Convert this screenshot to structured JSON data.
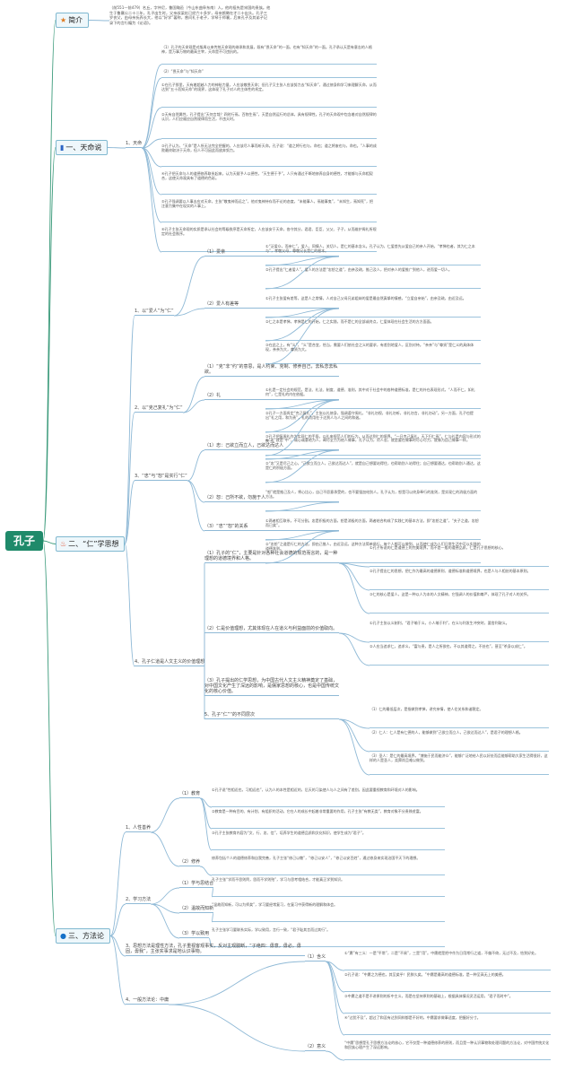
{
  "root": {
    "label": "孔子"
  },
  "branches": {
    "intro": {
      "label": "简介",
      "icon": "star-icon",
      "text": "（前551—前479）名丘，字仲尼，鲁国陬邑（今山东曲阜东南）人。他的祖先是宋国的贵族。他生于鲁襄公二十二年，孔子出生时，父亲叔梁纥已经六十多岁，母亲颜徵在才二十出头。孔子三岁丧父，由母亲抚养长大，他以“好学”著称，曾问礼于老子，学琴于师襄，后来孔子及其弟子记录下的言行编为《论语》。"
    },
    "tianming": {
      "label": "一、天命说",
      "icon": "flag-icon",
      "sub": "1、天命",
      "paras": [
        "（1）孔子的天命观是对殷周以来传统天命观的继承和发展，既有“畏天命”的一面，也有“知天命”的一面。孔子承认天是有意志的人格神，是万事万物的最高主宰，天命是不可违抗的。",
        "（2）“畏天命”与“知天命”",
        "①在孔子那里，天有着超越人力的神秘力量，人应该敬畏天命；但孔子又主张人应该努力去“知天命”，通过修身和学习来理解天命，从而达到“五十而知天命”的境界，这体现了孔子对人的主体性的肯定。",
        "②天有自然属性，孔子提出“天何言哉？四时行焉，百物生焉”，天是自然运行的总体，具有规律性。孔子的天命观中包含着对自然规律的认识，人们应顺应自然规律而生活，不违天时。",
        "③孔子认为，“天命”是人所无法完全把握的，人应该尽人事而听天命。孔子说：“道之将行也与，命也；道之将废也与，命也。”人事的成败最终取决于天命，但人不可因此而放弃努力。",
        "④孔子把天命与人的道德修养联系起来，认为天赋予人以德性，“天生德于予”。人只有通过不断地修养自身的德性，才能够与天命相契合，这使天命观具有了道德的色彩。",
        "⑤孔子强调要以人事去应对天命，主张“敬鬼神而远之”，他对鬼神持存而不论的态度，“未能事人，焉能事鬼”，“未知生，焉知死”，把注意力集中在现实的人事上。",
        "⑥孔子主张天命观的实质是承认社会的等级秩序是天命所定，人应该安于天命，各守其分，君君、臣臣、父父、子子，从而维护周礼所规定的社会秩序。"
      ]
    },
    "ren": {
      "label": "二、“仁”学思想",
      "icon": "fire-icon",
      "items": [
        {
          "sub": "1、以“爱人”为“仁”",
          "children": [
            {
              "sub": "（1）爱亲",
              "paras": [
                "①“泛爱众，而亲仁”。爱人，同情人，关切人，是仁的基本含义。孔子认为，仁爱首先从爱自己的亲人开始，“孝悌也者，其为仁之本与”，孝敬父母，尊敬兄长是仁的根本。",
                "②孔子提出“仁者爱人”，爱人的方法是“忠恕之道”，由亲及疏，推己及人，把对亲人的爱推广到他人，进而爱一切人。"
              ]
            },
            {
              "sub": "（2）爱人有差等",
              "paras": [
                "①孔子主张爱有差等，这是人之常情，人对自己父母兄弟姐妹的爱是最自然真挚的情感，“立爱自亲始”，由亲及疏，由近及远。",
                "②仁之本是孝悌，孝悌是仁的开始，仁之实践，而不是仁的全部或终点，仁爱体现在社会生活的方方面面。",
                "③在此之上，有“义”，“义”是合宜，恰当，需要人们依社会之义的要求，有差别地爱人，区别对待。“亲亲”与“尊贤”是仁义的具体体现，亲亲为大，尊贤为大。"
              ]
            }
          ]
        },
        {
          "sub": "2、以“克己复礼”为“仁”",
          "children": [
            {
              "sub": "（1）“克”非“约”的意思，是人约束、克制、修养自己，去私念去私欲。",
              "paras": []
            },
            {
              "sub": "（2）礼",
              "paras": [
                "①礼是一定社会的规范，是法、礼法、制度、道德、准则，其中对于社会中的各种道德标准，是仁的外在表现形式，“人而不仁，如礼何”，仁是礼的内在依据。",
                "②孔子一方面肯定“克己复礼”，主张以礼修身，强调遵守周礼，“非礼勿视，非礼勿听，非礼勿言，非礼勿动”。另一方面，孔子也提出“礼之用，和为贵”，礼的功用在于达到人与人之间的和谐。",
                "③孔子把复周礼作为实现仁的手段，以礼来规范人们的行为，从而达到仁的境界。“一日克己复礼，天下归仁焉”，仁与礼是内容与形式的统一。"
              ]
            }
          ]
        },
        {
          "sub": "3、“忠”与“恕”是实行“仁”",
          "children": [
            {
              "sub": "（1）忠：己欲立而立人，己欲达而达人",
              "paras": [
                "①“忠”就是“中”，诚心诚意地为人，竭尽全力为他人做事，孔子认为，对人忠，就是要在做事时尽心尽力，就像为自己做事一样。",
                "②“忠”又是尽己之心，“己欲立而立人，己欲达而达人”，就是自己想要站得住，也帮助别人站得住；自己想要通达，也帮助别人通达，这是仁的积极方面。"
              ]
            },
            {
              "sub": "（2）恕：己所不欲，勿施于人",
              "paras": [
                "“恕”就是推己及人，将心比心，自己不愿意承受的，也不要强加给别人。孔子认为，恕是可以终身奉行的准则，是实现仁的消极方面的方法。"
              ]
            },
            {
              "sub": "（3）“忠”“恕”的关系",
              "paras": [
                "①两者相互联系，不可分割。忠是积极的方面，恕是消极的方面，两者结合构成了实践仁的基本方法，即“忠恕之道”，“夫子之道，忠恕而已矣”。",
                "②“忠恕”之道是行仁的方法，即由己推人，由近及远，这种方法简单易行，每个人都可以做到，从而使仁成为人们日常生活中可以实践的道德准则。"
              ]
            }
          ]
        },
        {
          "sub": "4、孔子仁道是人文主义的价值理想",
          "children": [
            {
              "sub": "（1）孔子的“仁”，主要是针对各种社会道德的规范而言的，是一种理想的道德境界和人格。",
              "paras": [
                "①孔子所说的仁是道德上的完美境界，而不是一般的道德品质，仁是孔子思想的核心。",
                "②孔子提出仁的思想，把仁作为最高的道德原则、道德标准和道德境界，也是人与人相处的基本原则。",
                "③仁的核心是爱人，这是一种以人为本的人文精神，它强调人的价值和尊严，体现了孔子对人的关怀。"
              ]
            },
            {
              "sub": "（2）仁是价值理想，尤其体现在人在道义与利益面前的价值取向。",
              "paras": [
                "①孔子主张以义制利，“君子喻于义，小人喻于利”，在义与利发生冲突时，要舍利取义。",
                "②人应当追求仁，追求义，“富与贵，是人之所欲也，不以其道得之，不处也”，甚至“杀身以成仁”。"
              ]
            },
            {
              "sub": "（3）孔子提出的仁学思想，为中国古代人文主义精神奠定了基础，对中国文化产生了深远的影响，是儒家思想的核心，也是中国传统文化的核心价值。",
              "paras": []
            },
            {
              "sub": "5、孔子“仁”“的不同层次",
              "paras": [
                "（1）仁的最低层次，是指做到孝悌，讲究亲情，使人伦关系和谐稳定。",
                "（2）仁人：仁人是有仁德的人，能够做到“己欲立而立人，己欲达而达人”，是君子的理想人格。",
                "（3）圣人：是仁的最高境界，“博施于民而能济众”，能够广泛地给人民以好处而且能够帮助大家生活得很好，这样的人是圣人，尧舜尚且难以做到。"
              ]
            }
          ]
        }
      ]
    },
    "method": {
      "label": "三、方法论",
      "icon": "circle-icon",
      "items": [
        {
          "sub": "1、人性善养",
          "children": [
            {
              "sub": "（1）教育",
              "paras": [
                "①孔子说“性相近也，习相远也”，认为人的本性是相近的，后天的习染使人与人之间有了差别，因此要重视教育和环境对人的影响。",
                "②教育是一种有目的、有计划、有组织的活动，它在人的成长中起着非常重要的作用，孔子主张“有教无类”，教育对象不分贵贱贫富。",
                "③孔子主张教育内容为“文、行、忠、信”，培养学生的道德品质和文化知识，使学生成为“君子”。"
              ]
            },
            {
              "sub": "（2）修养",
              "paras": [
                "修养包括个人的道德修养和自我完善，孔子主张“修己以敬”，“修己以安人”，“修己以安百姓”，通过修身来实现治国平天下的理想。"
              ]
            }
          ]
        },
        {
          "sub": "2、学习方法",
          "children": [
            {
              "sub": "（1）学与思结合",
              "paras": [
                "孔子主张“学而不思则罔，思而不学则殆”，学习与思考相结合，才能真正学到知识。"
              ]
            },
            {
              "sub": "（2）温故而知新",
              "paras": [
                "“温故而知新，可以为师矣”，学习要经常复习，在复习中获得新的理解和体会。"
              ]
            },
            {
              "sub": "（3）学以致用",
              "paras": [
                "孔子主张学习要联系实际，学以致用，言行一致，“君子耻其言而过其行”。"
              ]
            }
          ]
        },
        {
          "sub": "3、思想方法是理性方法，孔子重视客观事实，反对主观臆断，“子绝四：毋意，毋必，毋固，毋我”，主张实事求是地认识事物。",
          "children": []
        },
        {
          "sub": "4、一般方法论：中庸",
          "children": [
            {
              "sub": "（1）含义",
              "paras": [
                "①“庸”有三义：一是“平常”，二是“不易”，三是“用”。中庸就是把中作为日用常行之道，不偏不倚，无过不及，恰到好处。",
                "②孔子说：“中庸之为德也，其至矣乎！民鲜久矣。”中庸是最高的道德标准，是一种至高无上的美德。",
                "③中庸之道不是不讲原则的折中主义，而是在坚持原则的基础上，根据具体情况灵活运用，“君子而时中”。",
                "④“过犹不及”，超过了和没有达到同样都是不好的，中庸要求做事适度，把握好分寸。"
              ]
            },
            {
              "sub": "（2）意义",
              "paras": [
                "“中庸”思想是孔子思想方法论的核心，它不仅是一种道德修养的原则，而且是一种认识事物和处理问题的方法论，对中国传统文化和民族心理产生了深远影响。"
              ]
            }
          ]
        }
      ]
    }
  }
}
